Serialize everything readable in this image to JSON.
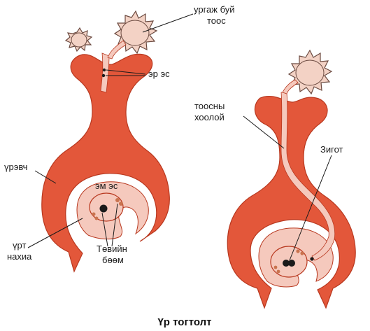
{
  "labels": {
    "pollen_grain": [
      "ургаж буй",
      "тоос"
    ],
    "sperm": "эр эс",
    "stigma": "үрэвч",
    "egg": "эм эс",
    "ovary_wall": [
      "үрт",
      "нахиа"
    ],
    "central_nuclei": [
      "Төвийн",
      "бөөм"
    ],
    "pollen_tube": [
      "тоосны",
      "хоолой"
    ],
    "zygote": "Зигот"
  },
  "caption": "Үр тогтолт",
  "colors": {
    "pistil": "#e3573a",
    "pistil_edge": "#b8381f",
    "inner": "#f5c9bd",
    "pollen": "#f3d2c5",
    "pollen_edge": "#6b4a40",
    "nucleus": "#1a1a1a",
    "dots": "#c9734f"
  }
}
